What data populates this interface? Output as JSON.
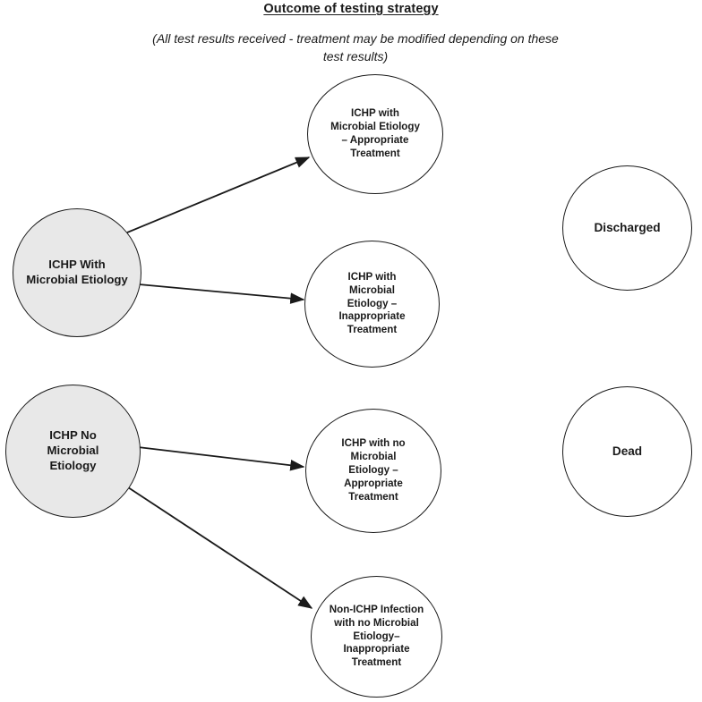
{
  "header": {
    "title": "Outcome of testing strategy",
    "subtitle": "(All test results received - treatment may be modified depending on these test results)"
  },
  "colors": {
    "source_fill": "#e8e8e8",
    "node_fill": "#ffffff",
    "stroke": "#1a1a1a",
    "text": "#1a1a1a",
    "background": "#ffffff"
  },
  "nodes": {
    "source_1": {
      "label": "ICHP With\nMicrobial Etiology"
    },
    "source_2": {
      "label": "ICHP No\nMicrobial\nEtiology"
    },
    "outcome_1": {
      "label": "ICHP with\nMicrobial Etiology\n– Appropriate\nTreatment"
    },
    "outcome_2": {
      "label": "ICHP with\nMicrobial\nEtiology –\nInappropriate\nTreatment"
    },
    "outcome_3": {
      "label": "ICHP with no\nMicrobial\nEtiology –\nAppropriate\nTreatment"
    },
    "outcome_4": {
      "label": "Non-ICHP Infection\nwith no Microbial\nEtiology–\nInappropriate\nTreatment"
    },
    "terminal_1": {
      "label": "Discharged"
    },
    "terminal_2": {
      "label": "Dead"
    }
  },
  "edges": [
    {
      "from": "source_1",
      "to": "outcome_1"
    },
    {
      "from": "source_1",
      "to": "outcome_2"
    },
    {
      "from": "source_2",
      "to": "outcome_3"
    },
    {
      "from": "source_2",
      "to": "outcome_4"
    }
  ]
}
